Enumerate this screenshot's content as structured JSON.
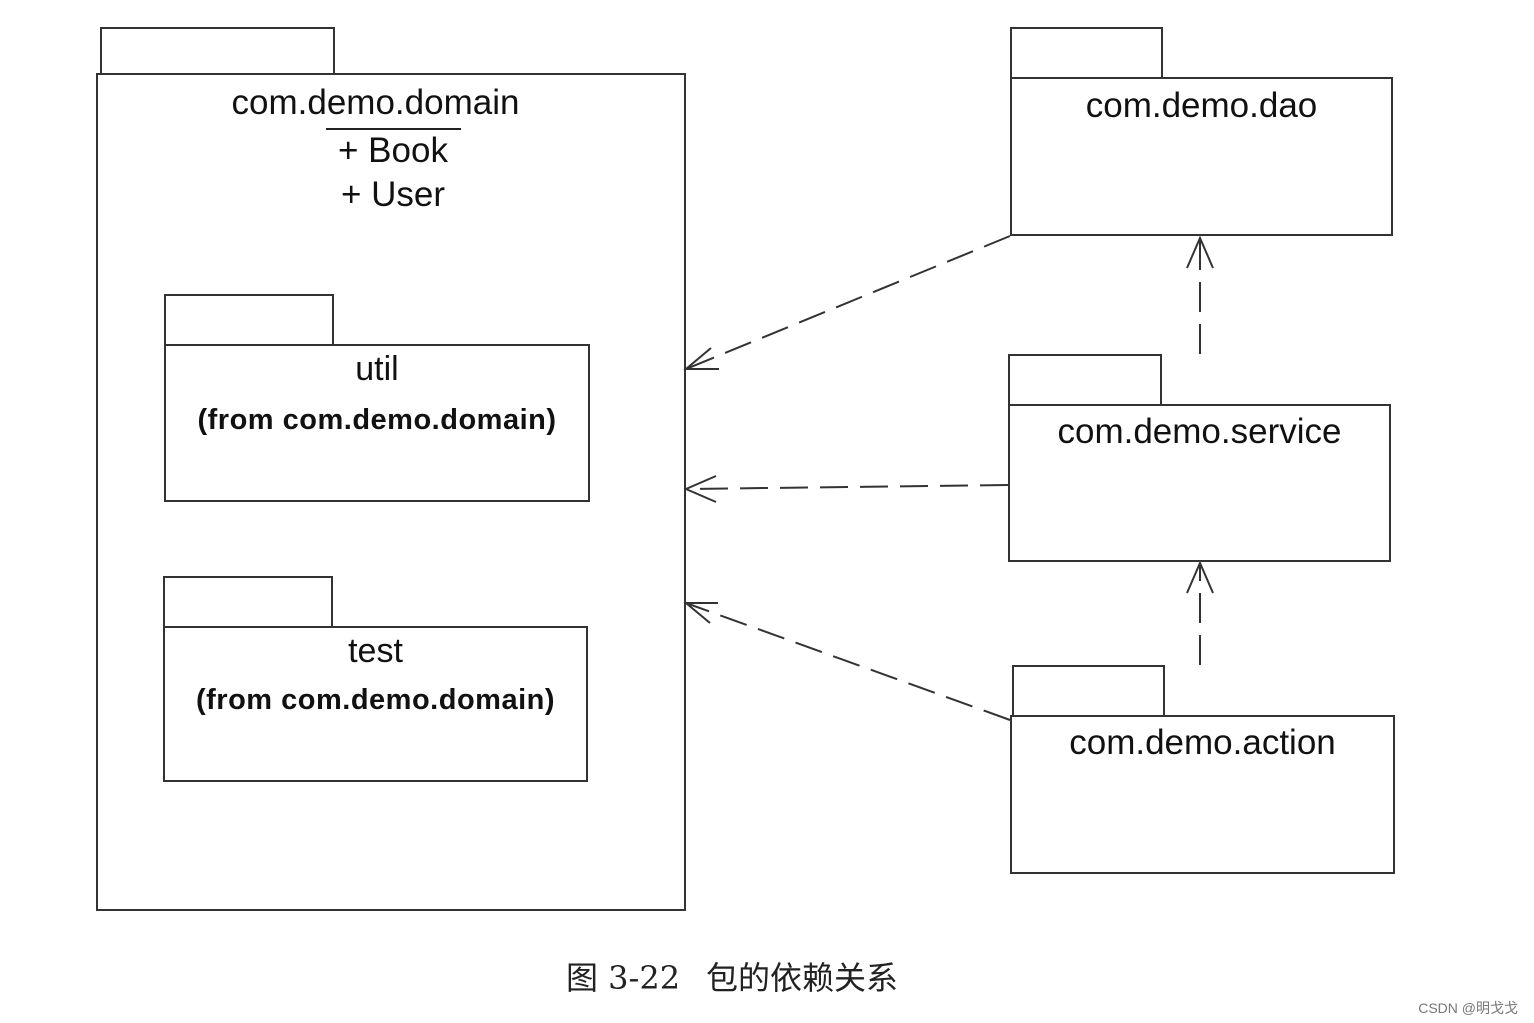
{
  "domain_pkg": {
    "name": "com.demo.domain",
    "members": [
      "+ Book",
      "+ User"
    ],
    "children": [
      {
        "name": "util",
        "from": "(from com.demo.domain)"
      },
      {
        "name": "test",
        "from": "(from com.demo.domain)"
      }
    ]
  },
  "packages": {
    "dao": "com.demo.dao",
    "service": "com.demo.service",
    "action": "com.demo.action"
  },
  "caption": {
    "figure": "图 3-22",
    "text": "包的依赖关系"
  },
  "watermark": "CSDN @明戈戈"
}
